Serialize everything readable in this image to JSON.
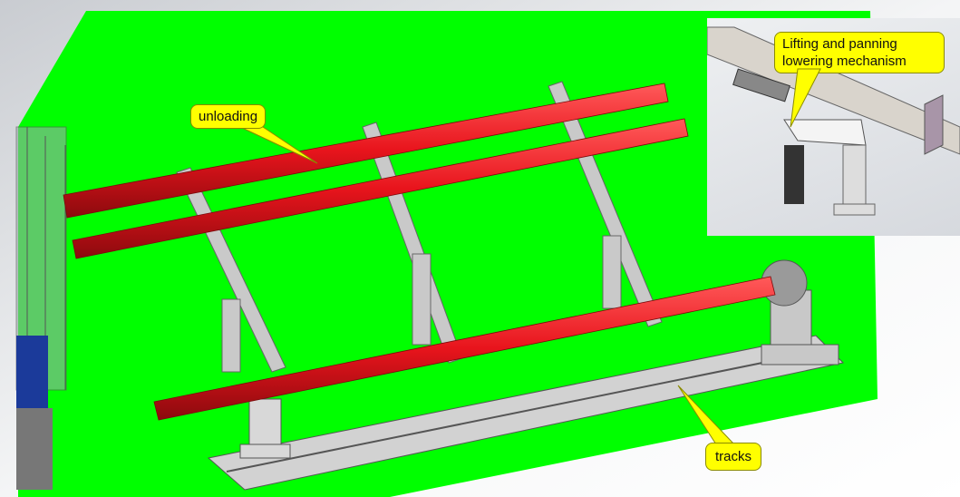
{
  "labels": {
    "unloading": "unloading",
    "tracks": "tracks",
    "inset_callout": "Lifting and panning lowering mechanism"
  },
  "colors": {
    "floor": "#00ff00",
    "pipe": "#e8141c",
    "callout": "#ffff00",
    "frame": "#c9c9c9"
  }
}
